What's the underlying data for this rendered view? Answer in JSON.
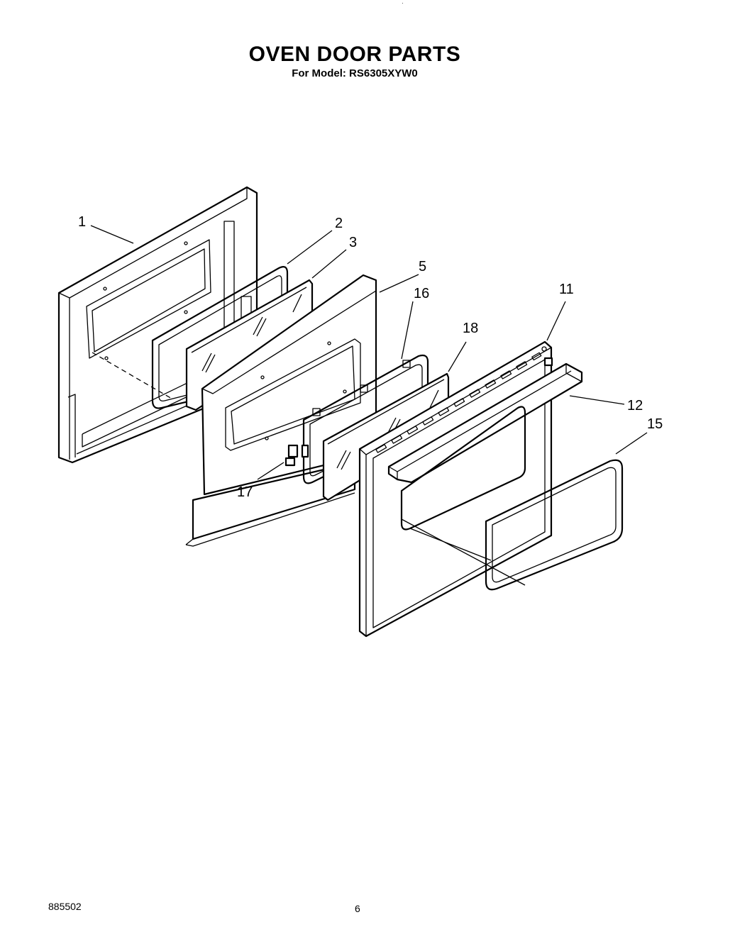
{
  "header": {
    "title": "OVEN DOOR PARTS",
    "subtitle": "For Model: RS6305XYW0"
  },
  "callouts": {
    "c1": "1",
    "c2": "2",
    "c3": "3",
    "c5": "5",
    "c16": "16",
    "c18": "18",
    "c11": "11",
    "c12": "12",
    "c15": "15",
    "c17": "17"
  },
  "footer": {
    "code": "885502",
    "page": "6"
  }
}
